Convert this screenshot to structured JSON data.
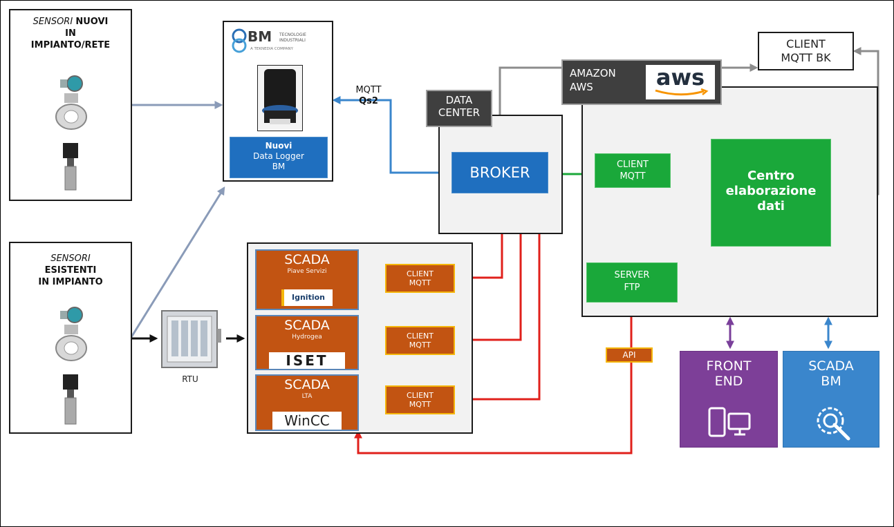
{
  "sensors_new": {
    "title_1": "SENSORI ",
    "title_2": "NUOVI",
    "title_3": "IN",
    "title_4": "IMPIANTO/RETE"
  },
  "sensors_existing": {
    "title_1": "SENSORI",
    "title_2": "ESISTENTI",
    "title_3": "IN IMPIANTO"
  },
  "logger": {
    "title": "Nuovi",
    "line2": "Data Logger",
    "line3": "BM"
  },
  "mqtt_label": {
    "line1": "MQTT",
    "line2": "Qs2"
  },
  "rtu_label": "RTU",
  "datacenter": {
    "line1": "DATA",
    "line2": "CENTER"
  },
  "broker_label": "BROKER",
  "aws": {
    "line1": "AMAZON",
    "line2": "AWS",
    "logo_text": "aws"
  },
  "client_mqtt_bk": {
    "line1": "CLIENT",
    "line2": "MQTT BK"
  },
  "client_mqtt_green": {
    "line1": "CLIENT",
    "line2": "MQTT"
  },
  "centro": {
    "line1": "Centro",
    "line2": "elaborazione",
    "line3": "dati"
  },
  "server_ftp": {
    "line1": "SERVER",
    "line2": "FTP"
  },
  "api_label": "API",
  "scada_items": [
    {
      "title": "SCADA",
      "subtitle": "Piave Servizi",
      "logo": "Ignition"
    },
    {
      "title": "SCADA",
      "subtitle": "Hydrogea",
      "logo": "ISET"
    },
    {
      "title": "SCADA",
      "subtitle": "LTA",
      "logo": "WinCC"
    }
  ],
  "client_mqtt_orange": [
    {
      "line1": "CLIENT",
      "line2": "MQTT"
    },
    {
      "line1": "CLIENT",
      "line2": "MQTT"
    },
    {
      "line1": "CLIENT",
      "line2": "MQTT"
    }
  ],
  "front_end": {
    "line1": "FRONT",
    "line2": "END"
  },
  "scada_bm": {
    "line1": "SCADA",
    "line2": "BM"
  },
  "colors": {
    "gray_arrow": "#8c8c8c",
    "blue_arrow": "#3a86cc",
    "green_arrow": "#1aa83a",
    "red_arrow": "#e0201b",
    "purple_arrow": "#7a3f9a",
    "yellow_arrow": "#f5b60a",
    "black_arrow": "#111111",
    "blue_gray_arrow": "#8a9bb8",
    "front_end_bg": "#7d3f98",
    "scada_bm_bg": "#3a86cc"
  }
}
